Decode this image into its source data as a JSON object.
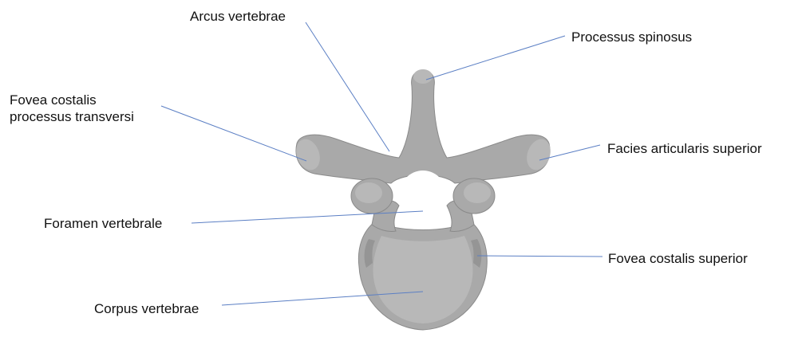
{
  "colors": {
    "bone_fill": "#a9a9a9",
    "bone_light": "#b8b8b8",
    "bone_dark": "#959595",
    "bone_edge": "#8a8a8a",
    "leader_line": "#5b7fc4",
    "text": "#111111"
  },
  "labels": {
    "arcus": "Arcus vertebrae",
    "processus_spinosus": "Processus spinosus",
    "fovea_transversi_line1": "Fovea costalis",
    "fovea_transversi_line2": "processus transversi",
    "facies_articularis": "Facies articularis superior",
    "foramen": "Foramen vertebrale",
    "fovea_superior": "Fovea costalis superior",
    "corpus": "Corpus vertebrae"
  }
}
